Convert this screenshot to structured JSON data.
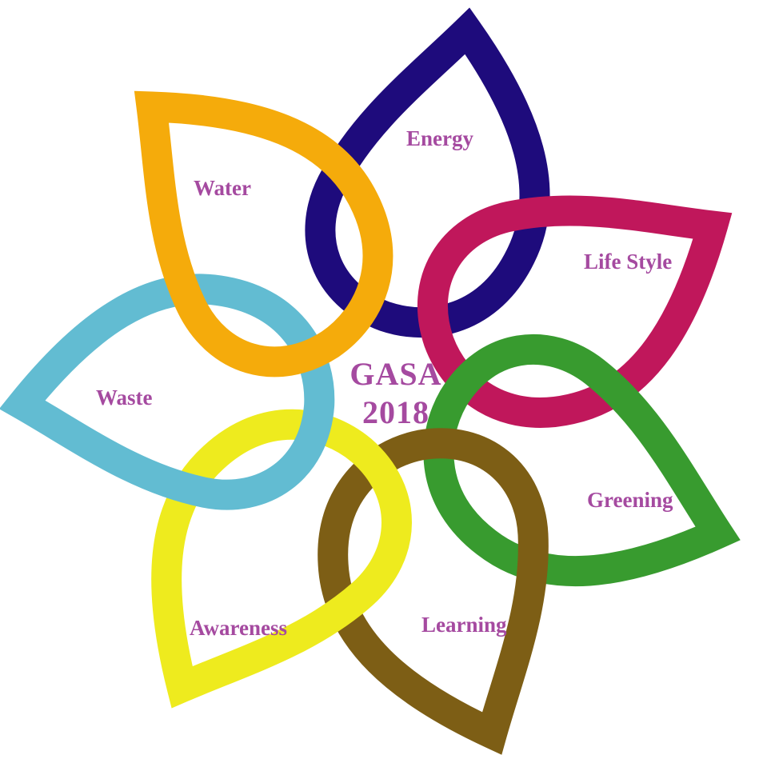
{
  "center": {
    "line1": "GASA",
    "line2": "2018"
  },
  "text_color": "#a54aa0",
  "petals": [
    {
      "label": "Energy",
      "color": "#1e0b7c"
    },
    {
      "label": "Life Style",
      "color": "#c0175b"
    },
    {
      "label": "Greening",
      "color": "#389b2f"
    },
    {
      "label": "Learning",
      "color": "#7d5e15"
    },
    {
      "label": "Awareness",
      "color": "#eeeb1e"
    },
    {
      "label": "Waste",
      "color": "#62bcd2"
    },
    {
      "label": "Water",
      "color": "#f5ab0b"
    }
  ]
}
